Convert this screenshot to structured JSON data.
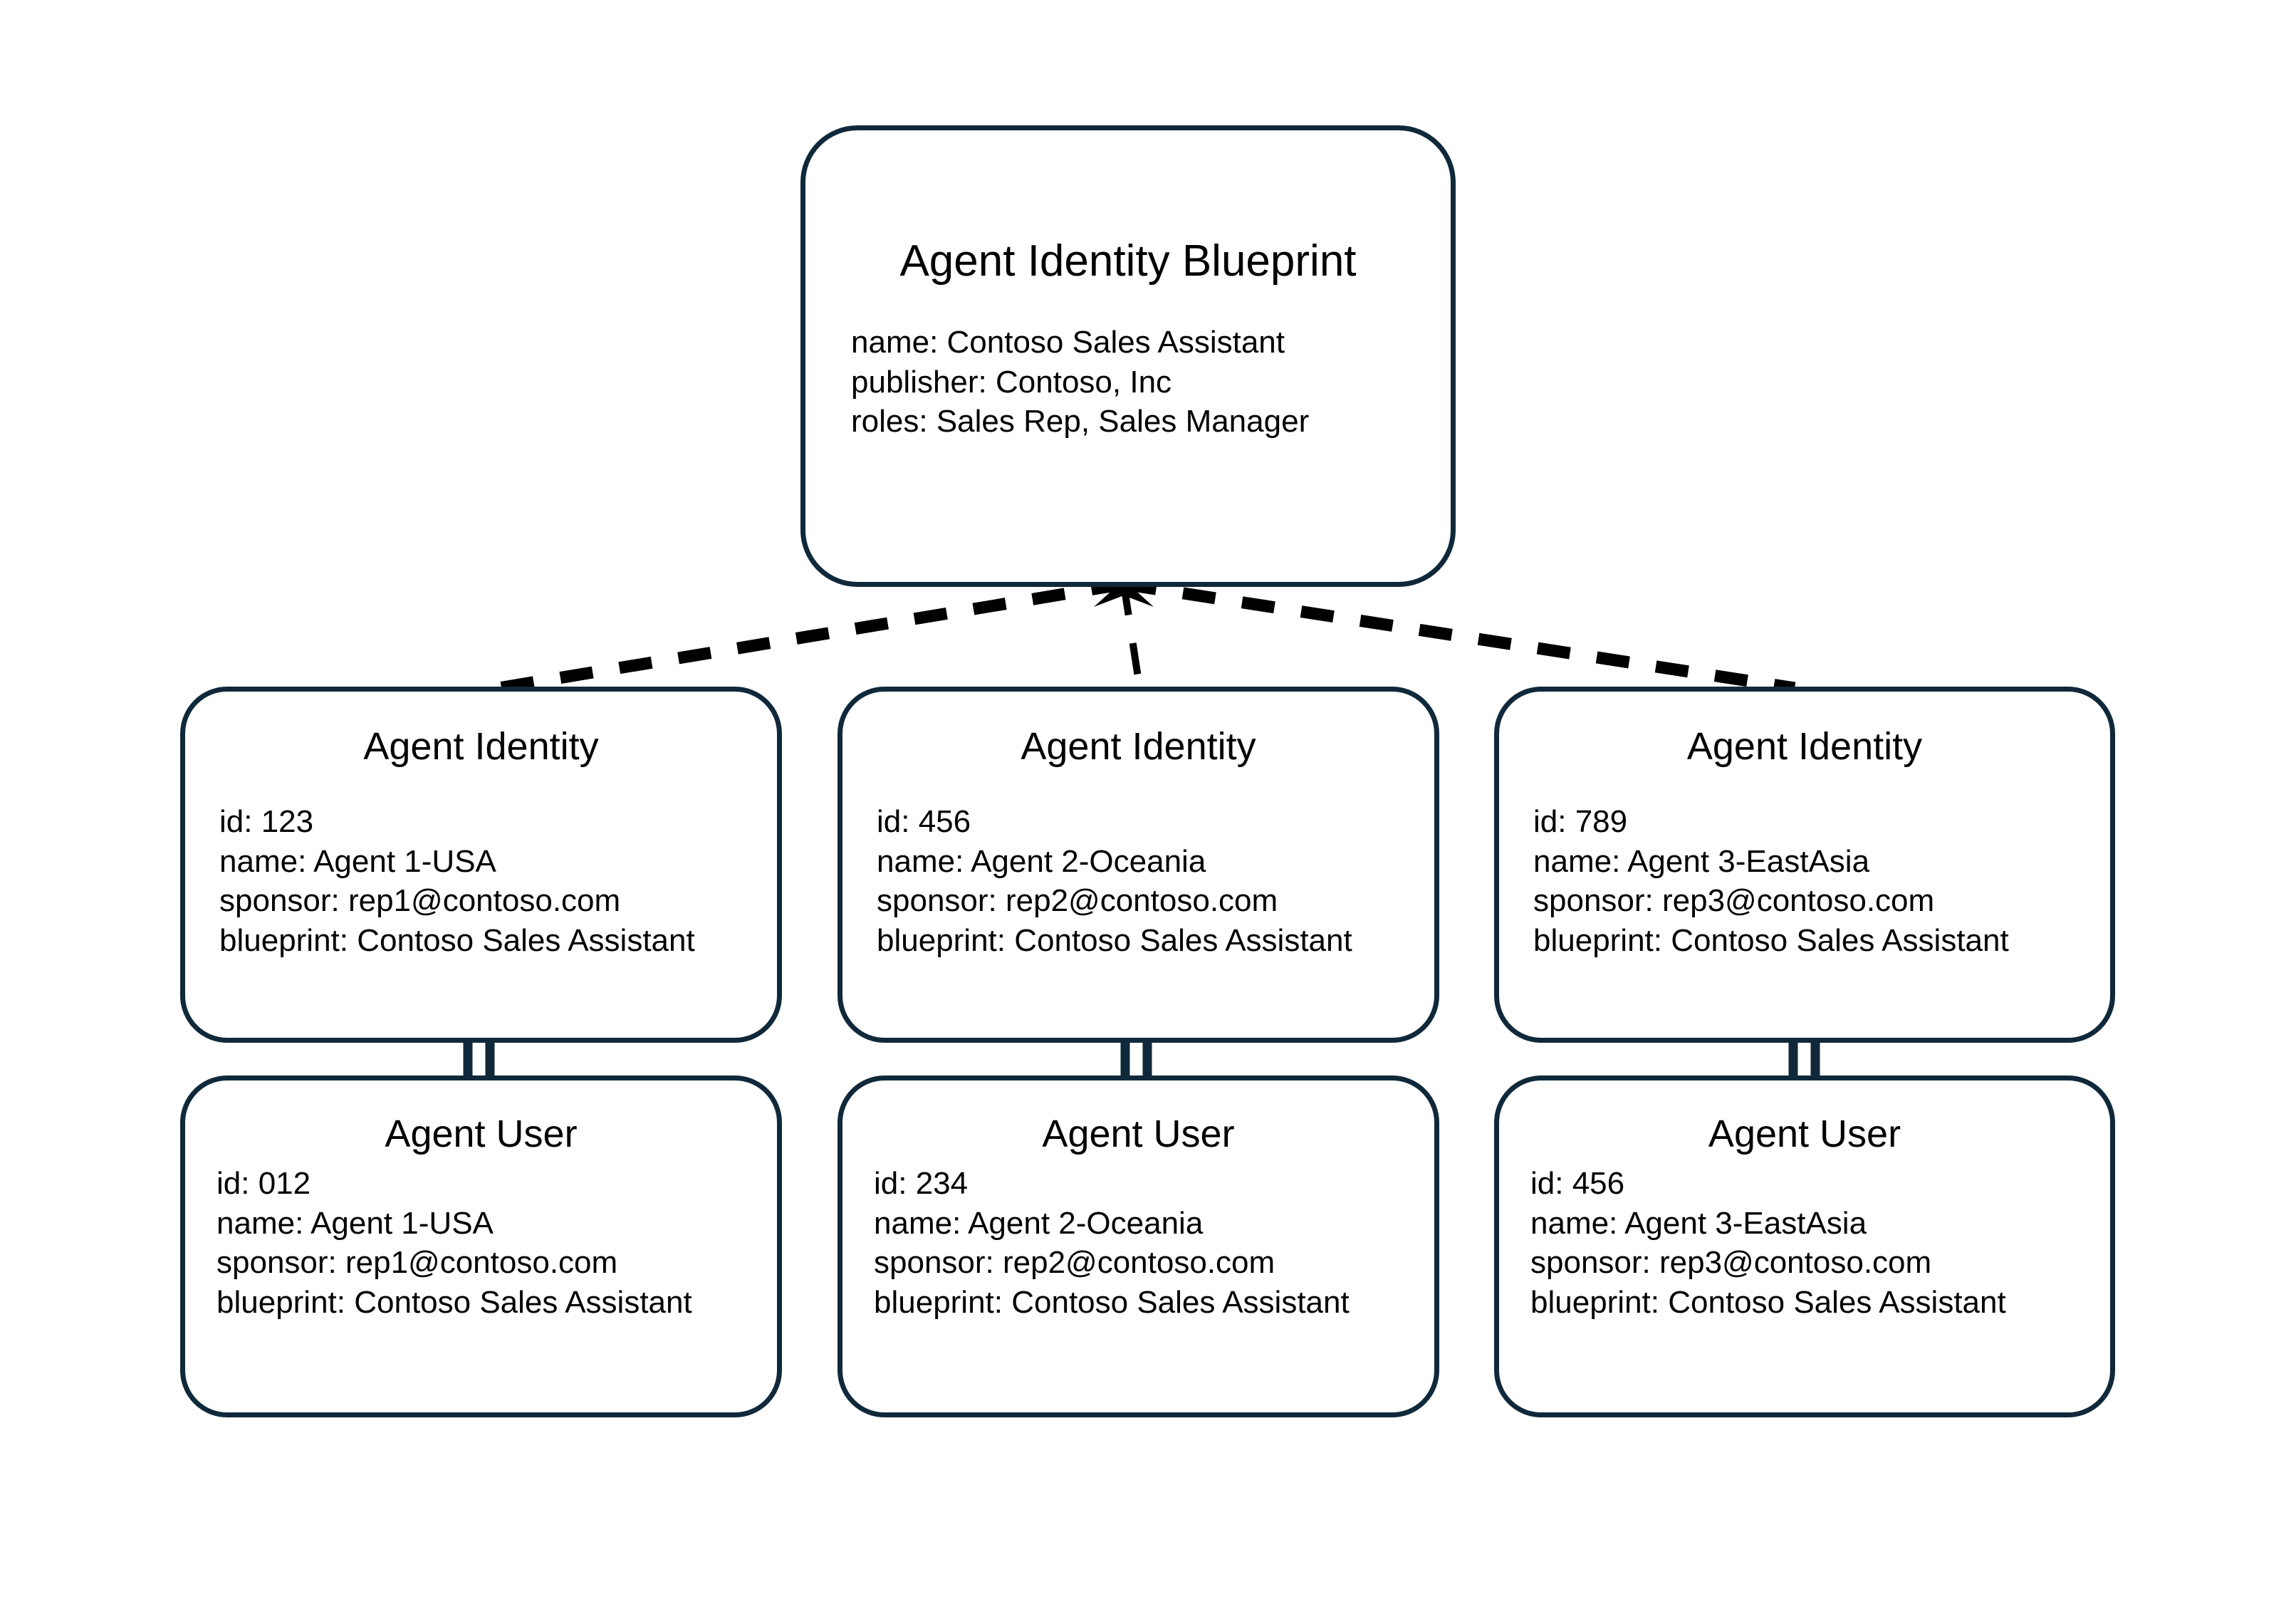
{
  "diagram": {
    "title": "Agent Identity Blueprint hierarchy",
    "colors": {
      "node_border": "#10293a",
      "node_fill": "#ffffff",
      "edge_dashed": "#000000",
      "edge_solid": "#10293a",
      "text": "#000000",
      "background": "#ffffff"
    },
    "blueprint": {
      "title": "Agent Identity Blueprint",
      "fields": [
        "name: Contoso Sales Assistant",
        "publisher: Contoso, Inc",
        "roles: Sales Rep, Sales Manager"
      ]
    },
    "identities": [
      {
        "title": "Agent Identity",
        "fields": [
          "id: 123",
          "name: Agent 1-USA",
          "sponsor: rep1@contoso.com",
          "blueprint: Contoso Sales Assistant"
        ]
      },
      {
        "title": "Agent Identity",
        "fields": [
          "id: 456",
          "name: Agent 2-Oceania",
          "sponsor: rep2@contoso.com",
          "blueprint: Contoso Sales Assistant"
        ]
      },
      {
        "title": "Agent Identity",
        "fields": [
          "id: 789",
          "name: Agent 3-EastAsia",
          "sponsor: rep3@contoso.com",
          "blueprint: Contoso Sales Assistant"
        ]
      }
    ],
    "users": [
      {
        "title": "Agent User",
        "fields": [
          "id: 012",
          "name: Agent 1-USA",
          "sponsor: rep1@contoso.com",
          "blueprint: Contoso Sales Assistant"
        ]
      },
      {
        "title": "Agent User",
        "fields": [
          "id: 234",
          "name: Agent 2-Oceania",
          "sponsor: rep2@contoso.com",
          "blueprint: Contoso Sales Assistant"
        ]
      },
      {
        "title": "Agent User",
        "fields": [
          "id: 456",
          "name: Agent 3-EastAsia",
          "sponsor: rep3@contoso.com",
          "blueprint: Contoso Sales Assistant"
        ]
      }
    ],
    "edges": [
      {
        "from": "blueprint",
        "to": "identity-1",
        "style": "dashed"
      },
      {
        "from": "blueprint",
        "to": "identity-2",
        "style": "dashed"
      },
      {
        "from": "blueprint",
        "to": "identity-3",
        "style": "dashed"
      },
      {
        "from": "identity-1",
        "to": "user-1",
        "style": "double-solid"
      },
      {
        "from": "identity-2",
        "to": "user-2",
        "style": "double-solid"
      },
      {
        "from": "identity-3",
        "to": "user-3",
        "style": "double-solid"
      }
    ]
  }
}
